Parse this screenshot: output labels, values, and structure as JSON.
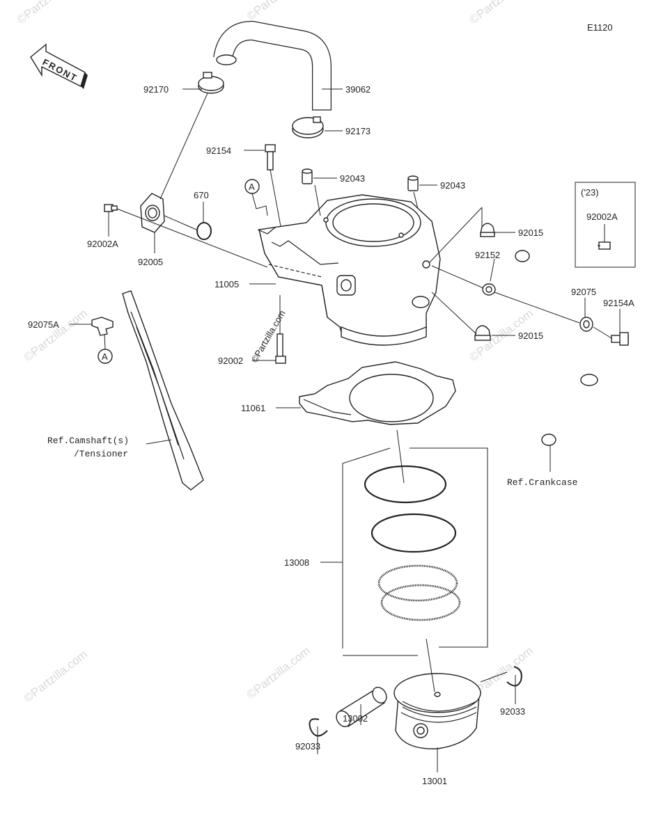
{
  "diagram_code": "E1120",
  "front_label": "FRONT",
  "year_box": {
    "year": "('23)",
    "part": "92002A"
  },
  "refs": {
    "camshaft_line1": "Ref.Camshaft(s)",
    "camshaft_line2": "/Tensioner",
    "crankcase": "Ref.Crankcase"
  },
  "callouts": {
    "a_top": "A",
    "a_left": "A"
  },
  "parts": {
    "p92170": "92170",
    "p39062": "39062",
    "p92173": "92173",
    "p92154": "92154",
    "p92043_l": "92043",
    "p92043_r": "92043",
    "p670": "670",
    "p92002A": "92002A",
    "p92005": "92005",
    "p92015_t": "92015",
    "p92152": "92152",
    "p11005": "11005",
    "p92075": "92075",
    "p92154A": "92154A",
    "p92075A": "92075A",
    "p92015_b": "92015",
    "p92002": "92002",
    "p11061": "11061",
    "p13008": "13008",
    "p92033_r": "92033",
    "p13002": "13002",
    "p92033_l": "92033",
    "p13001": "13001"
  },
  "watermark": "©Partzilla.com"
}
